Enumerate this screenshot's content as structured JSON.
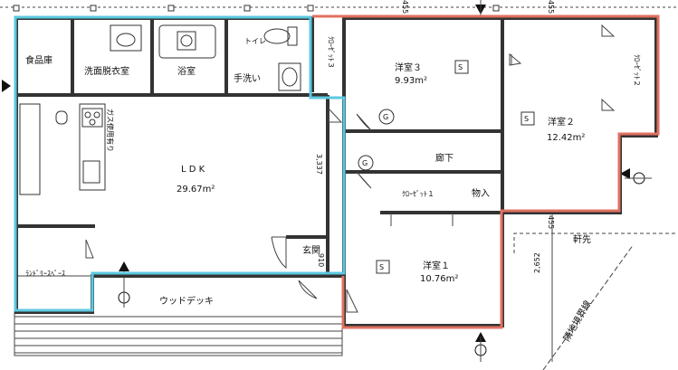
{
  "rooms": {
    "pantry": "食品庫",
    "washroom": "洗面脱衣室",
    "bath": "浴室",
    "toilet": "トイレ",
    "handwash": "手洗い",
    "ldk_name": "L D K",
    "ldk_area": "29.67m²",
    "gas": "ガス使用有り",
    "laundry": "ﾗﾝﾄﾞﾘｰｽﾍﾟｰｽ",
    "entrance": "玄関",
    "deck": "ウッドデッキ",
    "r3_name": "洋室３",
    "r3_area": "9.93m²",
    "closet3": "ｸﾛｰｾﾞｯﾄ３",
    "r2_name": "洋室２",
    "r2_area": "12.42m²",
    "closet2": "ｸﾛｰｾﾞｯﾄ２",
    "hall": "廊下",
    "closet1": "ｸﾛｰｾﾞｯﾄ１",
    "storage": "物入",
    "r1_name": "洋室１",
    "r1_area": "10.76m²",
    "eaves": "軒先",
    "boundary": "隣地境界線"
  },
  "dims": {
    "d3337": "3,337",
    "d910": "910",
    "d455a": "455",
    "d455b": "455",
    "d455c": "455",
    "d2652": "2,652"
  },
  "markers": {
    "s": "S",
    "g": "G"
  },
  "colors": {
    "cyan_zone": "#5cc8e0",
    "red_zone": "#e07060",
    "wall": "#333333"
  }
}
